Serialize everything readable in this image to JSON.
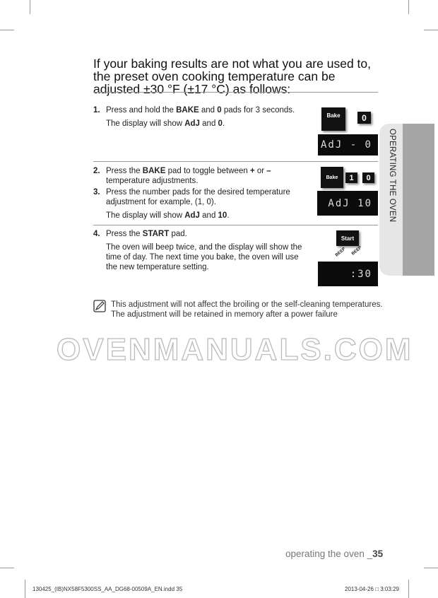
{
  "heading": "If your baking results are not what you are used to, the preset oven cooking temperature can be adjusted ±30 °F (±17 °C) as follows:",
  "steps": [
    {
      "num": "1.",
      "parts": [
        "Press and hold the ",
        "BAKE",
        " and ",
        "0",
        " pads for 3 seconds."
      ],
      "sub": [
        "The display will show ",
        "AdJ",
        " and ",
        "0",
        "."
      ]
    },
    {
      "num": "2.",
      "parts": [
        "Press the ",
        "BAKE",
        " pad to toggle between ",
        "+",
        " or ",
        "–",
        " temperature adjustments."
      ]
    },
    {
      "num": "3.",
      "text": "Press the number pads for the desired temperature adjustment for example, (1, 0).",
      "sub": [
        "The display will show ",
        "AdJ",
        " and ",
        "10",
        "."
      ]
    },
    {
      "num": "4.",
      "parts": [
        "Press the ",
        "START",
        " pad."
      ],
      "sub_text": "The oven will beep twice, and the display will show the time of day. The next time you bake, the oven will use the new temperature setting."
    }
  ],
  "figures": {
    "fig1": {
      "bake": "Bake",
      "key": "0",
      "display": "AdJ - 0"
    },
    "fig2": {
      "bake": "Bake",
      "key1": "1",
      "key2": "0",
      "display": "AdJ  10"
    },
    "fig3": {
      "start": "Start",
      "beep1": "BEEP",
      "beep2": "BEEP",
      "display": ":30"
    }
  },
  "side_tab": "OPERATING THE OVEN",
  "watermark": "OVENMANUALS.COM",
  "note": {
    "icon": "note-pencil-icon",
    "line1": "This adjustment will not affect the broiling or the self-cleaning temperatures.",
    "line2": "The adjustment will be retained in memory after a power failure"
  },
  "footer": {
    "section": "operating the oven _",
    "page": "35"
  },
  "slug": {
    "file": "130425_(IB)NX58F5300SS_AA_DG68-00509A_EN.indd   35",
    "date": "2013-04-26   □ 3:03:29"
  }
}
